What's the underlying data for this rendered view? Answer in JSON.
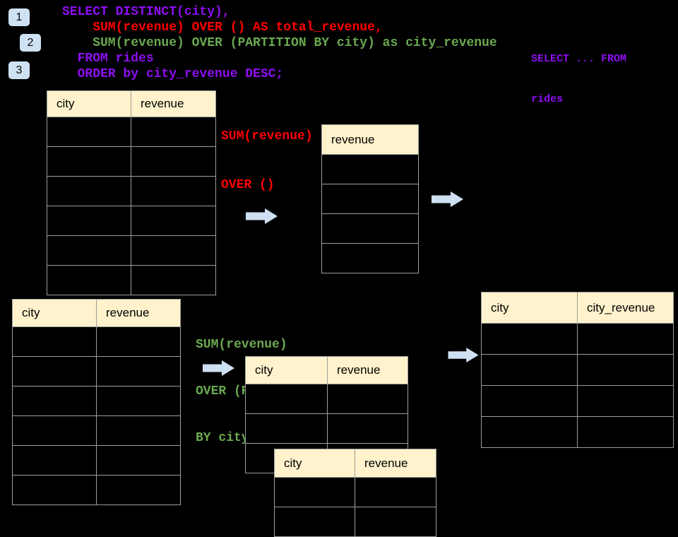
{
  "colors": {
    "canvas_bg": "#000000",
    "purple": "#8E0FF0",
    "red": "#FF0000",
    "green": "#6AA84F",
    "arrow": "#CFE0F3",
    "badge_bg": "#CFE2F3",
    "header_bg": "#FFF2CC",
    "border": "#9E9E9E"
  },
  "badges": [
    "1",
    "2",
    "3"
  ],
  "code": {
    "lines": [
      {
        "text": "SELECT DISTINCT(city),",
        "color": "purple"
      },
      {
        "text": "    SUM(revenue) OVER () AS total_revenue,",
        "color": "red"
      },
      {
        "text": "    SUM(revenue) OVER (PARTITION BY city) as city_revenue",
        "color": "green"
      },
      {
        "text": "  FROM rides",
        "color": "purple"
      },
      {
        "text": "  ORDER by city_revenue DESC;",
        "color": "purple"
      }
    ]
  },
  "annotations": {
    "total": {
      "lines": [
        "SUM(revenue)",
        "OVER ()"
      ],
      "color": "red"
    },
    "partition": {
      "lines": [
        "SUM(revenue)",
        "OVER (PARTITION",
        "BY city)"
      ],
      "color": "green"
    },
    "side_note": {
      "lines": [
        "SELECT ... FROM",
        "rides"
      ],
      "color": "purple"
    }
  },
  "tables": {
    "source_top": {
      "headers": [
        "city",
        "revenue"
      ],
      "row_count": 6
    },
    "total_result": {
      "headers": [
        "revenue"
      ],
      "row_count": 4
    },
    "source_bottom": {
      "headers": [
        "city",
        "revenue"
      ],
      "row_count": 6
    },
    "partition_a": {
      "headers": [
        "city",
        "revenue"
      ],
      "row_count": 3
    },
    "partition_b": {
      "headers": [
        "city",
        "revenue"
      ],
      "row_count": 2
    },
    "city_result": {
      "headers": [
        "city",
        "city_revenue"
      ],
      "row_count": 4
    }
  }
}
